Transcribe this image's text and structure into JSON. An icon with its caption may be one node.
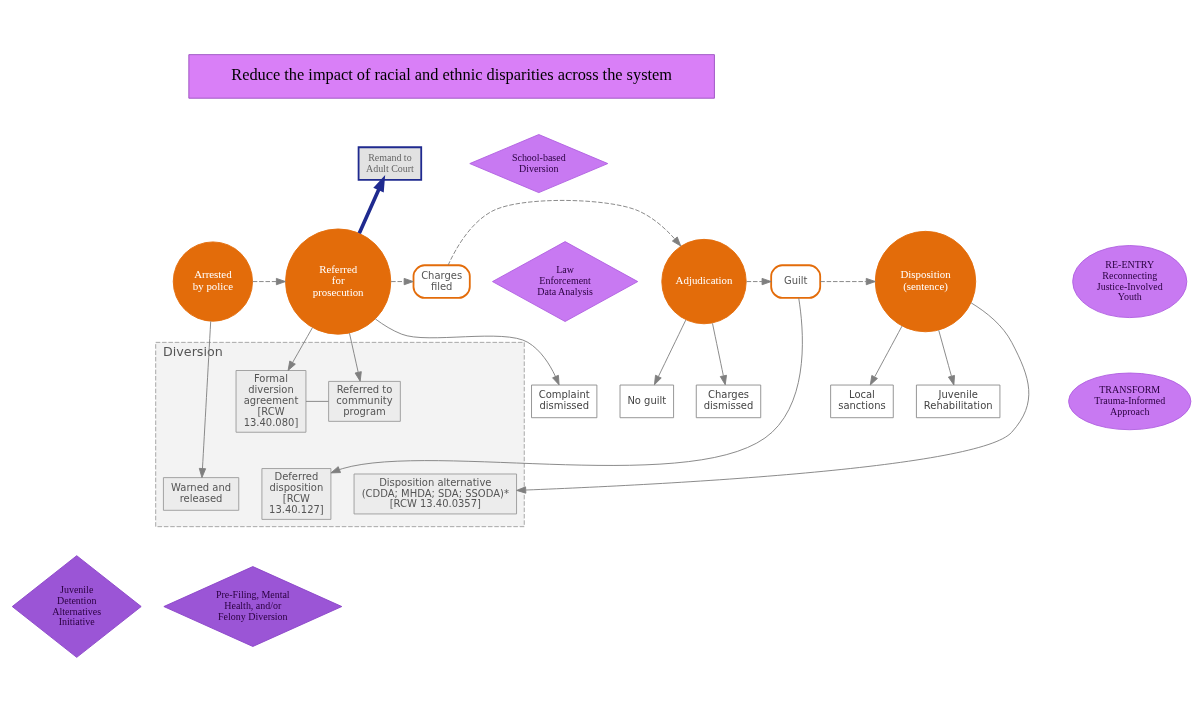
{
  "diagram": {
    "nodes": [
      {
        "text": [
          "Reduce the impact of racial and ethnic disparities across the system"
        ]
      },
      {
        "text": [
          "School-based Diversion"
        ]
      },
      {
        "text": [
          "Law Enforcement Data Analysis"
        ]
      },
      {
        "text": [
          "Remand to Adult Court"
        ]
      },
      {
        "text": [
          "Arrested by police"
        ]
      },
      {
        "text": [
          "Referred for prosecution"
        ]
      },
      {
        "text": [
          "Charges filed"
        ]
      },
      {
        "text": [
          "Adjudication"
        ]
      },
      {
        "text": [
          "Guilt"
        ]
      },
      {
        "text": [
          "Disposition (sentence)"
        ]
      },
      {
        "text": [
          "RE-ENTRY",
          "Reconnecting Justice-Involved Youth"
        ]
      },
      {
        "text": [
          "Complaint dismissed"
        ]
      },
      {
        "text": [
          "Charges dismissed"
        ]
      },
      {
        "text": [
          "No guilt"
        ]
      },
      {
        "text": [
          "Local sanctions"
        ]
      },
      {
        "text": [
          "Juvenile Rehabilitation"
        ]
      },
      {
        "text": [
          "TRANSFORM",
          "Trauma-Informed Approach"
        ]
      },
      {
        "text": [
          "Diversion"
        ]
      },
      {
        "text": [
          "Warned and released"
        ],
        "in": 17
      },
      {
        "text": [
          "Referred to community program"
        ],
        "in": 17
      },
      {
        "text": [
          "Formal diversion agreement",
          "[RCW 13.40.080]"
        ],
        "in": 17
      },
      {
        "text": [
          "Deferred disposition",
          "[RCW 13.40.127]"
        ],
        "in": 17
      },
      {
        "text": [
          "Disposition alternative",
          "(CDDA; MHDA; SDA; SSODA)*",
          "[RCW 13.40.0357]"
        ],
        "in": 17
      },
      {
        "text": [
          "Pre-Filing, Mental Health, and/or Felony Diversion"
        ]
      },
      {
        "text": [
          "Juvenile Detention Alternatives Initiative"
        ]
      }
    ],
    "edges": [
      {
        "from": 4,
        "to": 5,
        "arrow": "to",
        "style": "dashed"
      },
      {
        "from": 5,
        "to": 3,
        "arrow": "to",
        "style": "thick",
        "color": "#1f2a8f"
      },
      {
        "from": 5,
        "to": 6,
        "arrow": "to",
        "style": "dashed"
      },
      {
        "from": 6,
        "to": 7,
        "arrow": "to",
        "style": "dashed"
      },
      {
        "from": 7,
        "to": 8,
        "arrow": "to",
        "style": "dashed"
      },
      {
        "from": 8,
        "to": 9,
        "arrow": "to",
        "style": "dashed"
      },
      {
        "from": 5,
        "to": 11,
        "arrow": "to"
      },
      {
        "from": 7,
        "to": 12,
        "arrow": "to"
      },
      {
        "from": 7,
        "to": 13,
        "arrow": "to"
      },
      {
        "from": 9,
        "to": 14,
        "arrow": "to"
      },
      {
        "from": 9,
        "to": 15,
        "arrow": "to"
      },
      {
        "from": 4,
        "to": 18,
        "arrow": "to"
      },
      {
        "from": 5,
        "to": 19,
        "arrow": "to"
      },
      {
        "from": 5,
        "to": 20,
        "arrow": "to"
      },
      {
        "from": 19,
        "to": 20,
        "arrow": "none"
      },
      {
        "from": 8,
        "to": 21,
        "arrow": "to"
      },
      {
        "from": 9,
        "to": 22,
        "arrow": "to"
      }
    ]
  }
}
